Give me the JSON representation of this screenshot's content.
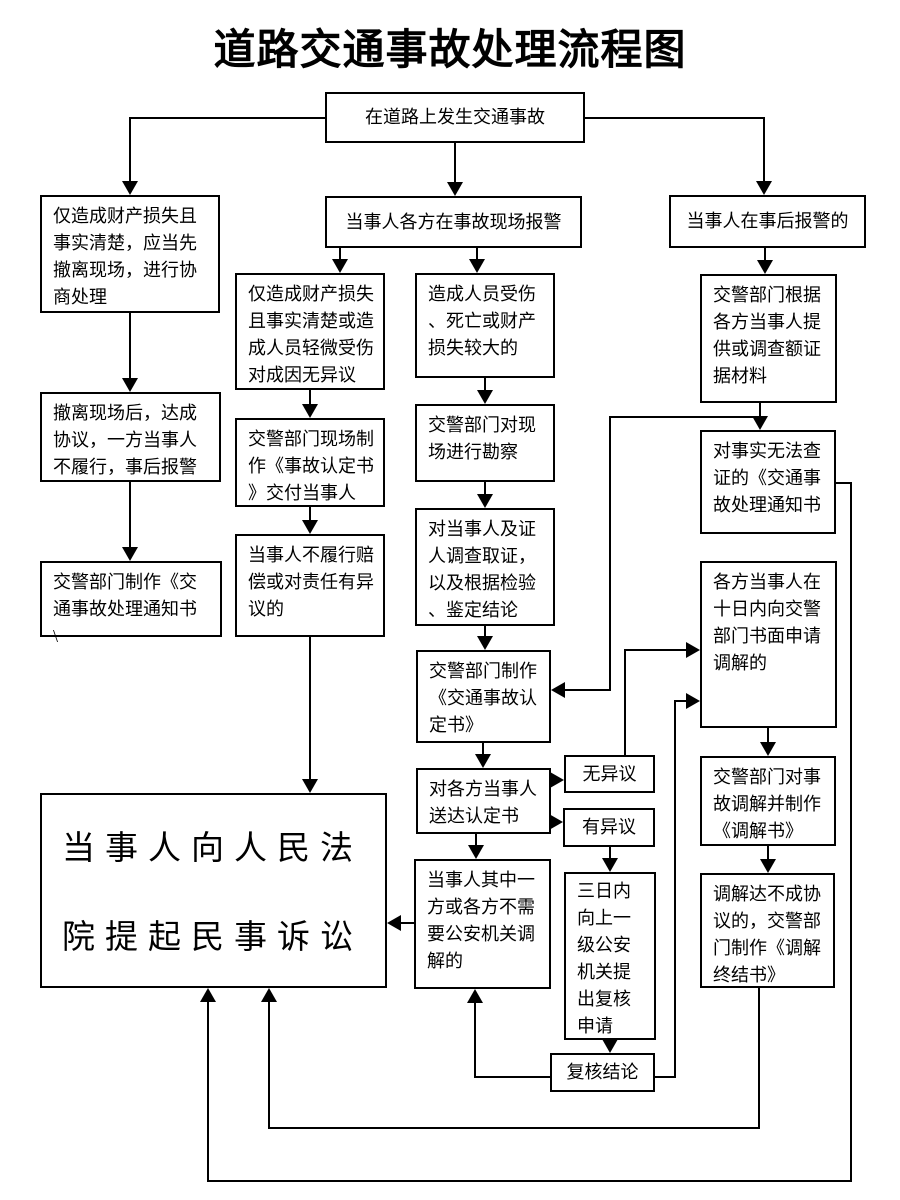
{
  "title": "道路交通事故处理流程图",
  "nodes": {
    "start": {
      "label": "在道路上发生交通事故"
    },
    "l1": {
      "label": "仅造成财产损失且\n事实清楚，应当先\n撤离现场，进行协\n商处理"
    },
    "l2": {
      "label": "撤离现场后，达成\n协议，一方当事人\n不履行，事后报警"
    },
    "l3": {
      "label": "交警部门制作《交\n通事故处理通知书\n\\"
    },
    "m1": {
      "label": "当事人各方在事故现场报警"
    },
    "c2a": {
      "label": "仅造成财产损失\n且事实清楚或造\n成人员轻微受伤\n对成因无异议"
    },
    "c2b": {
      "label": "交警部门现场制\n作《事故认定书\n》交付当事人"
    },
    "c2c": {
      "label": "当事人不履行赔\n偿或对责任有异\n议的"
    },
    "c3a": {
      "label": "造成人员受伤\n、死亡或财产\n损失较大的"
    },
    "c3b": {
      "label": "交警部门对现\n场进行勘察"
    },
    "c3c": {
      "label": "对当事人及证\n人调查取证，\n以及根据检验\n、鉴定结论"
    },
    "c3d": {
      "label": "交警部门制作\n《交通事故认\n定书》"
    },
    "c3e": {
      "label": "对各方当事人\n送达认定书"
    },
    "c3f": {
      "label": "当事人其中一\n方或各方不需\n要公安机关调\n解的"
    },
    "no_objection": {
      "label": "无异议"
    },
    "objection": {
      "label": "有异议"
    },
    "review_request": {
      "label": "三日内\n向上一\n级公安\n机关提\n出复核\n申请"
    },
    "review_result": {
      "label": "复核结论"
    },
    "r1": {
      "label": "当事人在事后报警的"
    },
    "r2": {
      "label": "交警部门根据\n各方当事人提\n供或调查额证\n据材料"
    },
    "r3": {
      "label": "对事实无法查\n证的《交通事\n故处理通知书"
    },
    "r4": {
      "label": "各方当事人在\n十日内向交警\n部门书面申请\n调解的"
    },
    "r5": {
      "label": "交警部门对事\n故调解并制作\n《调解书》"
    },
    "r6": {
      "label": "调解达不成协\n议的，交警部\n门制作《调解\n终结书》"
    },
    "court": {
      "label": "当事人向人民法\n院提起民事诉讼"
    }
  },
  "edges": [
    {
      "from": "start",
      "to": "l1"
    },
    {
      "from": "start",
      "to": "m1"
    },
    {
      "from": "start",
      "to": "r1"
    },
    {
      "from": "l1",
      "to": "l2"
    },
    {
      "from": "l2",
      "to": "l3"
    },
    {
      "from": "m1",
      "to": "c2a"
    },
    {
      "from": "m1",
      "to": "c3a"
    },
    {
      "from": "c2a",
      "to": "c2b"
    },
    {
      "from": "c2b",
      "to": "c2c"
    },
    {
      "from": "c2c",
      "to": "court"
    },
    {
      "from": "c3a",
      "to": "c3b"
    },
    {
      "from": "c3b",
      "to": "c3c"
    },
    {
      "from": "c3c",
      "to": "c3d"
    },
    {
      "from": "r2",
      "to": "c3d"
    },
    {
      "from": "c3d",
      "to": "c3e"
    },
    {
      "from": "c3e",
      "to": "no_objection"
    },
    {
      "from": "c3e",
      "to": "objection"
    },
    {
      "from": "c3e",
      "to": "c3f"
    },
    {
      "from": "c3f",
      "to": "court"
    },
    {
      "from": "no_objection",
      "to": "r4"
    },
    {
      "from": "objection",
      "to": "review_request"
    },
    {
      "from": "review_request",
      "to": "review_result"
    },
    {
      "from": "review_result",
      "to": "c3f"
    },
    {
      "from": "review_result",
      "to": "r4"
    },
    {
      "from": "r1",
      "to": "r2"
    },
    {
      "from": "r2",
      "to": "r3"
    },
    {
      "from": "r3",
      "to": "court"
    },
    {
      "from": "r4",
      "to": "r5"
    },
    {
      "from": "r5",
      "to": "r6"
    },
    {
      "from": "r6",
      "to": "court"
    }
  ],
  "colors": {
    "line": "#000000",
    "background": "#ffffff",
    "text": "#000000"
  }
}
